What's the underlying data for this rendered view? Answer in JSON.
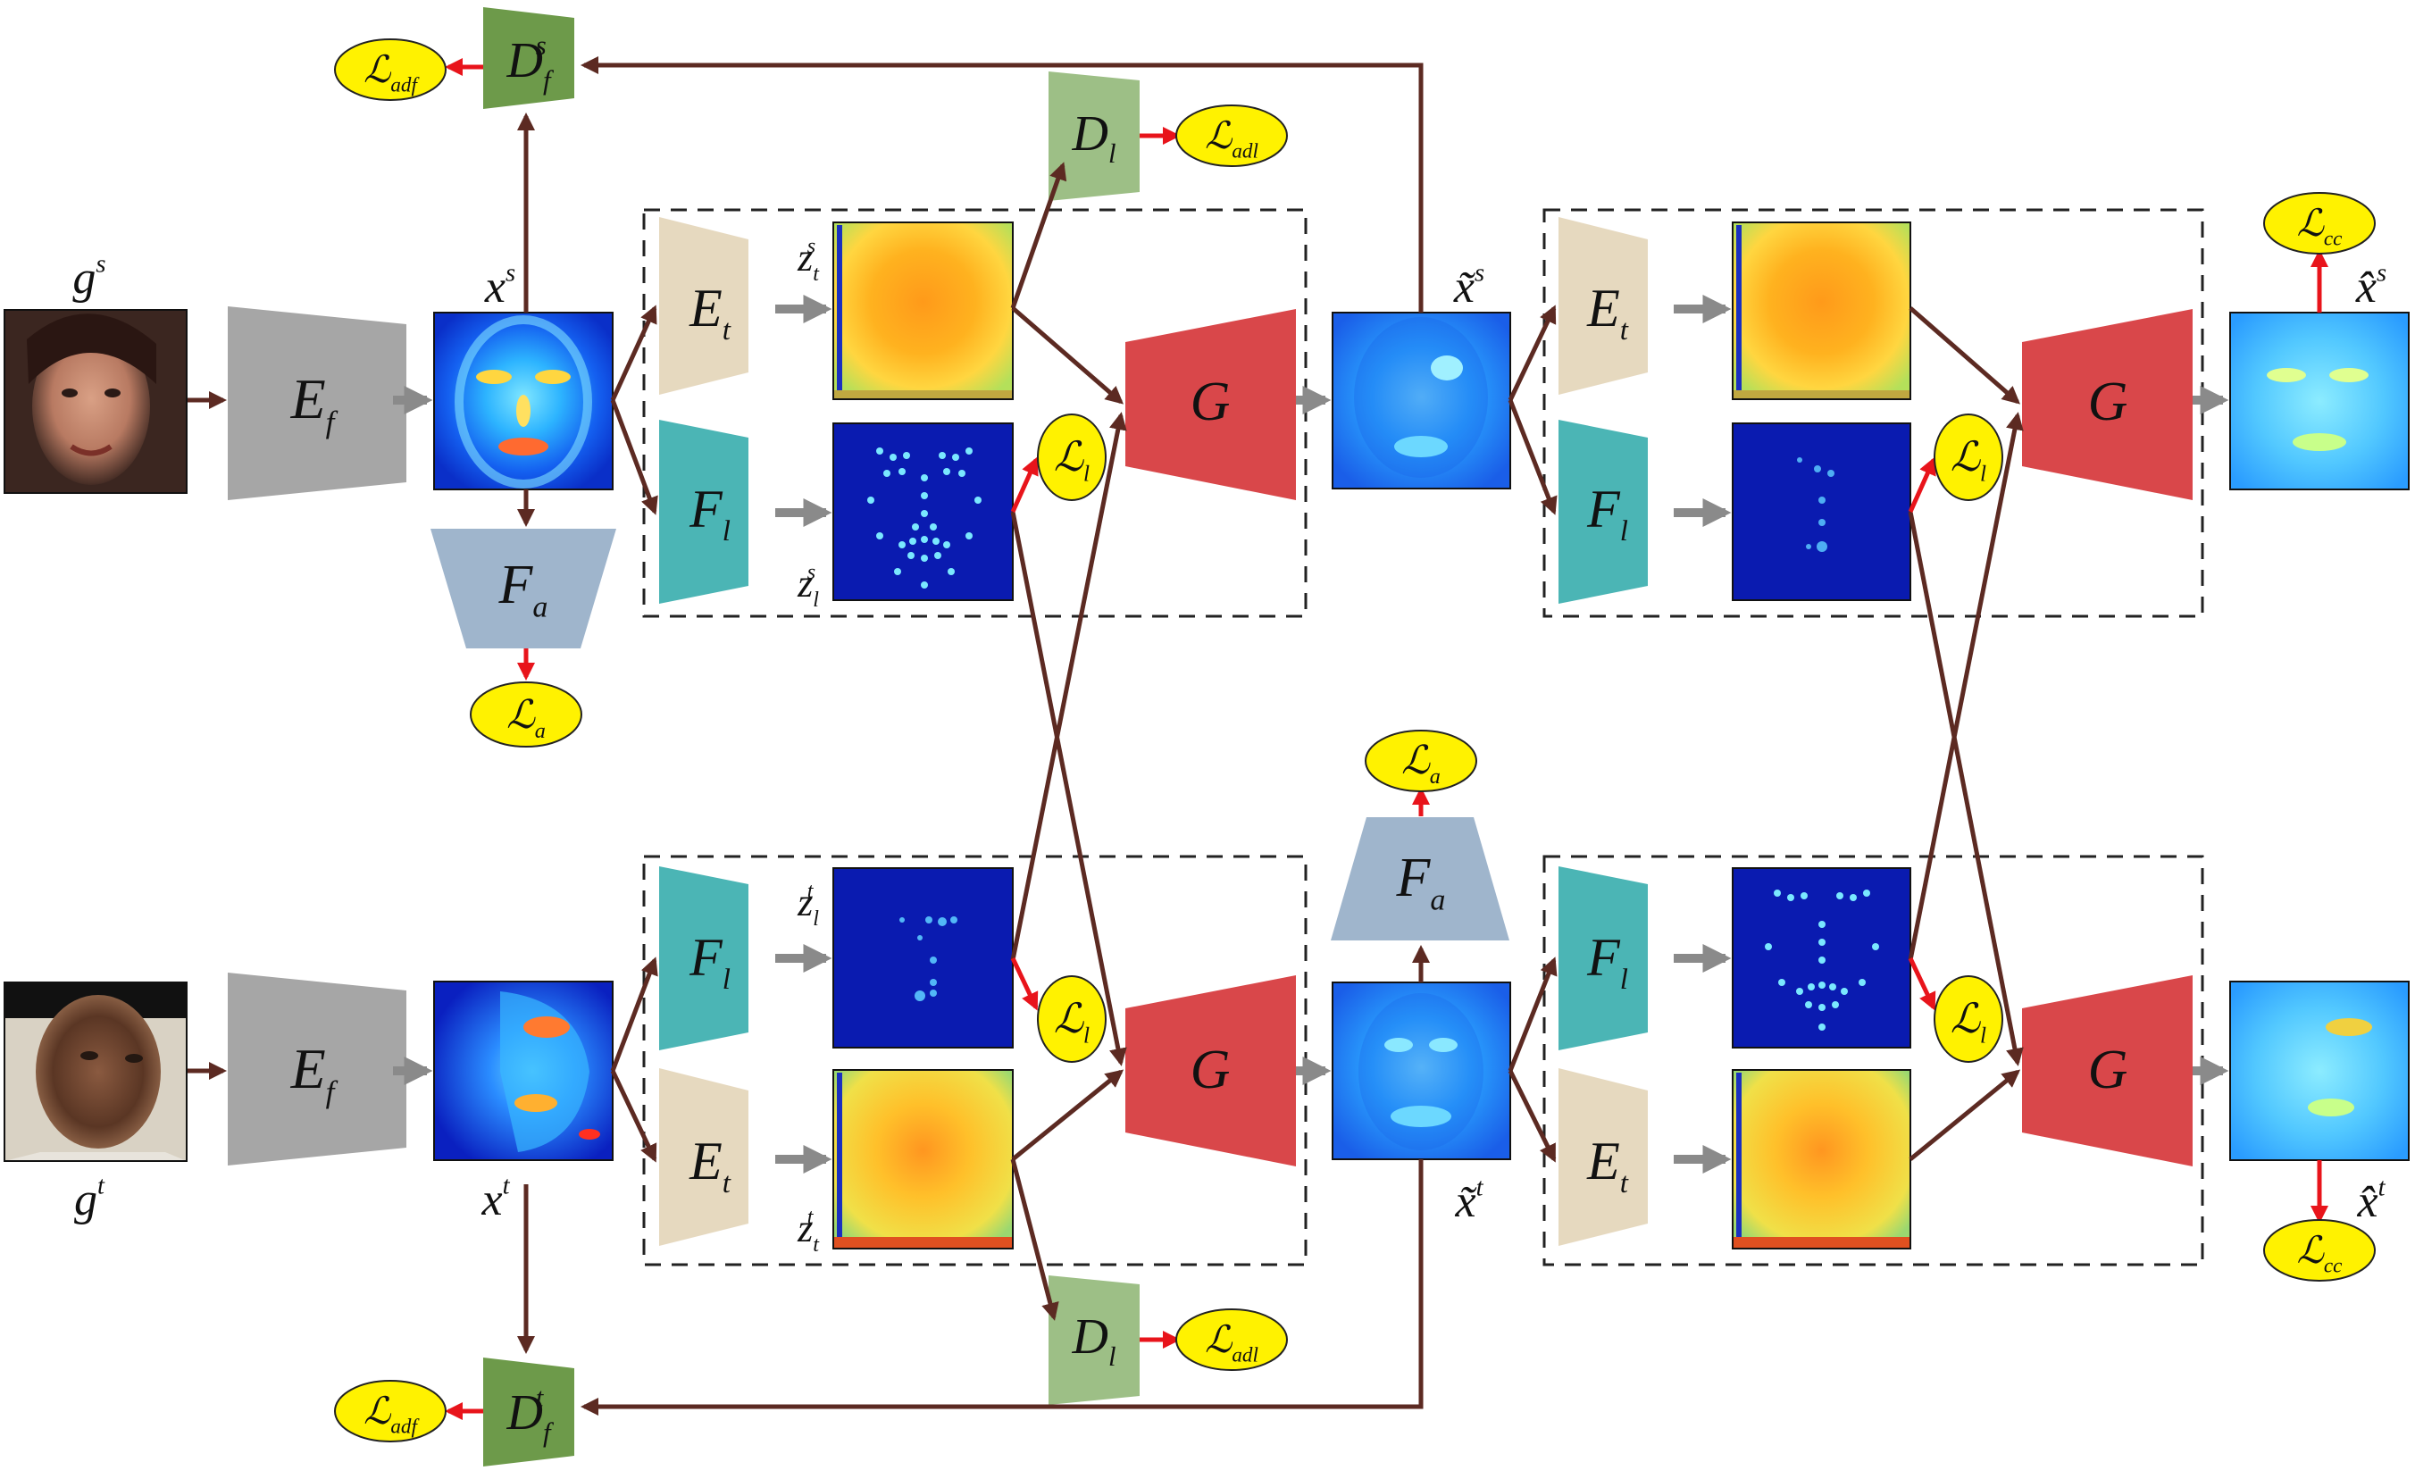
{
  "labels": {
    "g_s": "g^s",
    "g_t": "g^t",
    "x_s": "x^s",
    "x_t": "x^t",
    "xt_s": "x̃^s",
    "xt_t": "x̃^t",
    "xh_s": "x̂^s",
    "xh_t": "x̂^t",
    "z_t_s": "z_t^s",
    "z_l_s": "z_l^s",
    "z_l_t": "z_l^t",
    "z_t_t": "z_t^t"
  },
  "modules": {
    "Ef": "E_f",
    "Et": "E_t",
    "Fl": "F_l",
    "Fa": "F_a",
    "G": "G",
    "Dl": "D_l",
    "Df_s": "D_f^s",
    "Df_t": "D_f^t"
  },
  "losses": {
    "ad_f": "L_adf",
    "ad_l": "L_adl",
    "l": "L_l",
    "a": "L_a",
    "cc": "L_cc"
  },
  "colors": {
    "arrow_dark": "#5c2a22",
    "arrow_grey": "#8a8a8a",
    "arrow_red": "#e8141b",
    "encoder_f": "#a6a6a6",
    "encoder_t": "#e6d9bf",
    "landmark_net": "#4bb5b5",
    "attribute_net": "#9fb5cc",
    "generator": "#d9474a",
    "disc_l": "#9dbf86",
    "disc_f": "#6d9a4a",
    "loss_fill": "#fff200",
    "heat_dark": "#0a1bb0",
    "heat_warm": "#ff9a1a"
  }
}
